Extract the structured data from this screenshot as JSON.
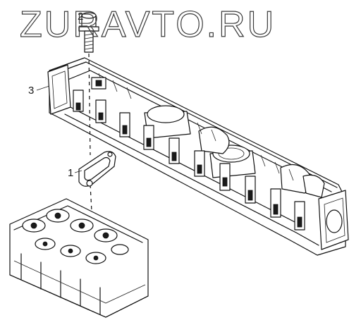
{
  "watermark": "ZURAVTO.RU",
  "callouts": [
    {
      "id": "1",
      "label": "1"
    },
    {
      "id": "2",
      "label": "2"
    },
    {
      "id": "3",
      "label": "3"
    }
  ],
  "colors": {
    "line": "#111111",
    "background": "#ffffff"
  }
}
